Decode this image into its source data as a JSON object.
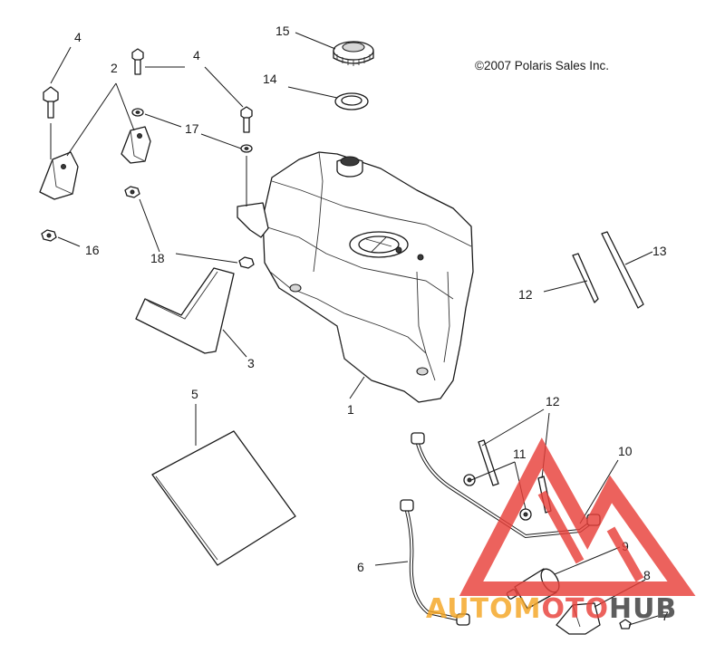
{
  "diagram": {
    "copyright": "©2007 Polaris Sales Inc.",
    "callouts": [
      {
        "id": "c1",
        "label": "1"
      },
      {
        "id": "c2",
        "label": "2"
      },
      {
        "id": "c3",
        "label": "3"
      },
      {
        "id": "c4a",
        "label": "4"
      },
      {
        "id": "c4b",
        "label": "4"
      },
      {
        "id": "c5",
        "label": "5"
      },
      {
        "id": "c6",
        "label": "6"
      },
      {
        "id": "c7",
        "label": "7"
      },
      {
        "id": "c8",
        "label": "8"
      },
      {
        "id": "c9",
        "label": "9"
      },
      {
        "id": "c10",
        "label": "10"
      },
      {
        "id": "c11",
        "label": "11"
      },
      {
        "id": "c12a",
        "label": "12"
      },
      {
        "id": "c12b",
        "label": "12"
      },
      {
        "id": "c13",
        "label": "13"
      },
      {
        "id": "c14",
        "label": "14"
      },
      {
        "id": "c15",
        "label": "15"
      },
      {
        "id": "c16",
        "label": "16"
      },
      {
        "id": "c17",
        "label": "17"
      },
      {
        "id": "c18",
        "label": "18"
      }
    ]
  },
  "watermark": {
    "text_left": "AUTOM",
    "text_mid": "OTO",
    "text_right": "HUB",
    "colors": {
      "triangle": "#e8403a",
      "text_orange": "#f5a623",
      "text_red": "#e8403a",
      "text_dark": "#3a3a3a"
    }
  }
}
